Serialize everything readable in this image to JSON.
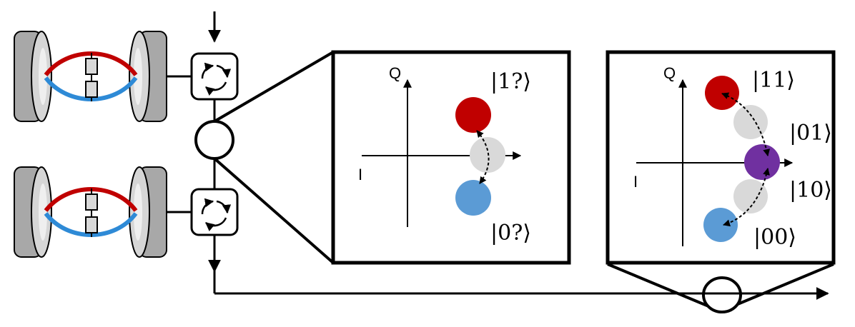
{
  "colors": {
    "drum_side": "#9a9a9a",
    "drum_face": "#c8c8c8",
    "drum_highlight": "#ececec",
    "mode_red": "#c00000",
    "mode_blue": "#2e8ad6",
    "state_red": "#c00000",
    "state_blue": "#5b9bd5",
    "state_gray": "#d9d9d9",
    "state_purple": "#7030a0",
    "line": "#000000"
  },
  "panel1": {
    "axis_q": "Q",
    "axis_i": "I",
    "ket_upper": "|1?⟩",
    "ket_lower": "|0?⟩"
  },
  "panel2": {
    "axis_q": "Q",
    "axis_i": "I",
    "ket_11": "|11⟩",
    "ket_01": "|01⟩",
    "ket_10": "|10⟩",
    "ket_00": "|00⟩"
  }
}
